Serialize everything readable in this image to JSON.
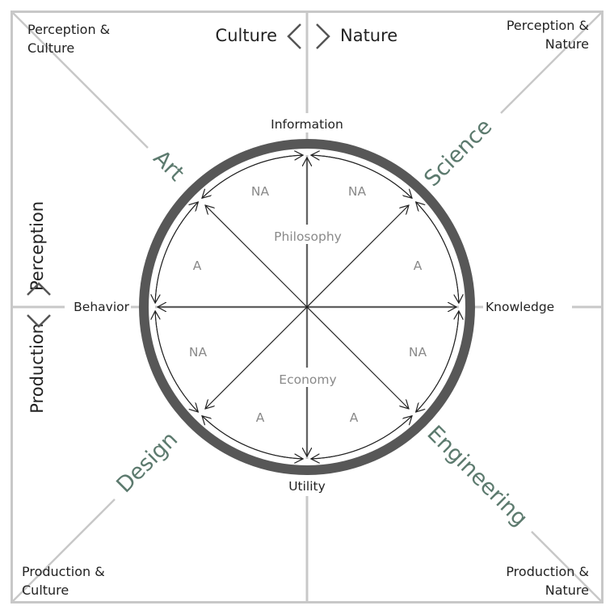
{
  "colors": {
    "frame": "#c8c8c8",
    "ring": "#575757",
    "arrows": "#222222",
    "field_text": "#5c7a6e",
    "inner_text": "#8a8a8a",
    "text": "#222222"
  },
  "axes": {
    "horizontal": {
      "left": "Culture",
      "right": "Nature"
    },
    "vertical": {
      "top": "Perception",
      "bottom": "Production"
    }
  },
  "corners": {
    "top_left": {
      "line1": "Perception &",
      "line2": "Culture"
    },
    "top_right": {
      "line1": "Perception &",
      "line2": "Nature"
    },
    "bottom_left": {
      "line1": "Production &",
      "line2": "Culture"
    },
    "bottom_right": {
      "line1": "Production &",
      "line2": "Nature"
    }
  },
  "fields": {
    "art": "Art",
    "science": "Science",
    "design": "Design",
    "engineering": "Engineering"
  },
  "nodes": {
    "top": "Information",
    "bottom": "Utility",
    "left": "Behavior",
    "right": "Knowledge"
  },
  "inner": {
    "philosophy": "Philosophy",
    "economy": "Economy",
    "sector_top_left": "NA",
    "sector_top_right": "NA",
    "sector_left_upper": "A",
    "sector_right_upper": "A",
    "sector_left_lower": "NA",
    "sector_right_lower": "NA",
    "sector_bottom_left": "A",
    "sector_bottom_right": "A"
  }
}
